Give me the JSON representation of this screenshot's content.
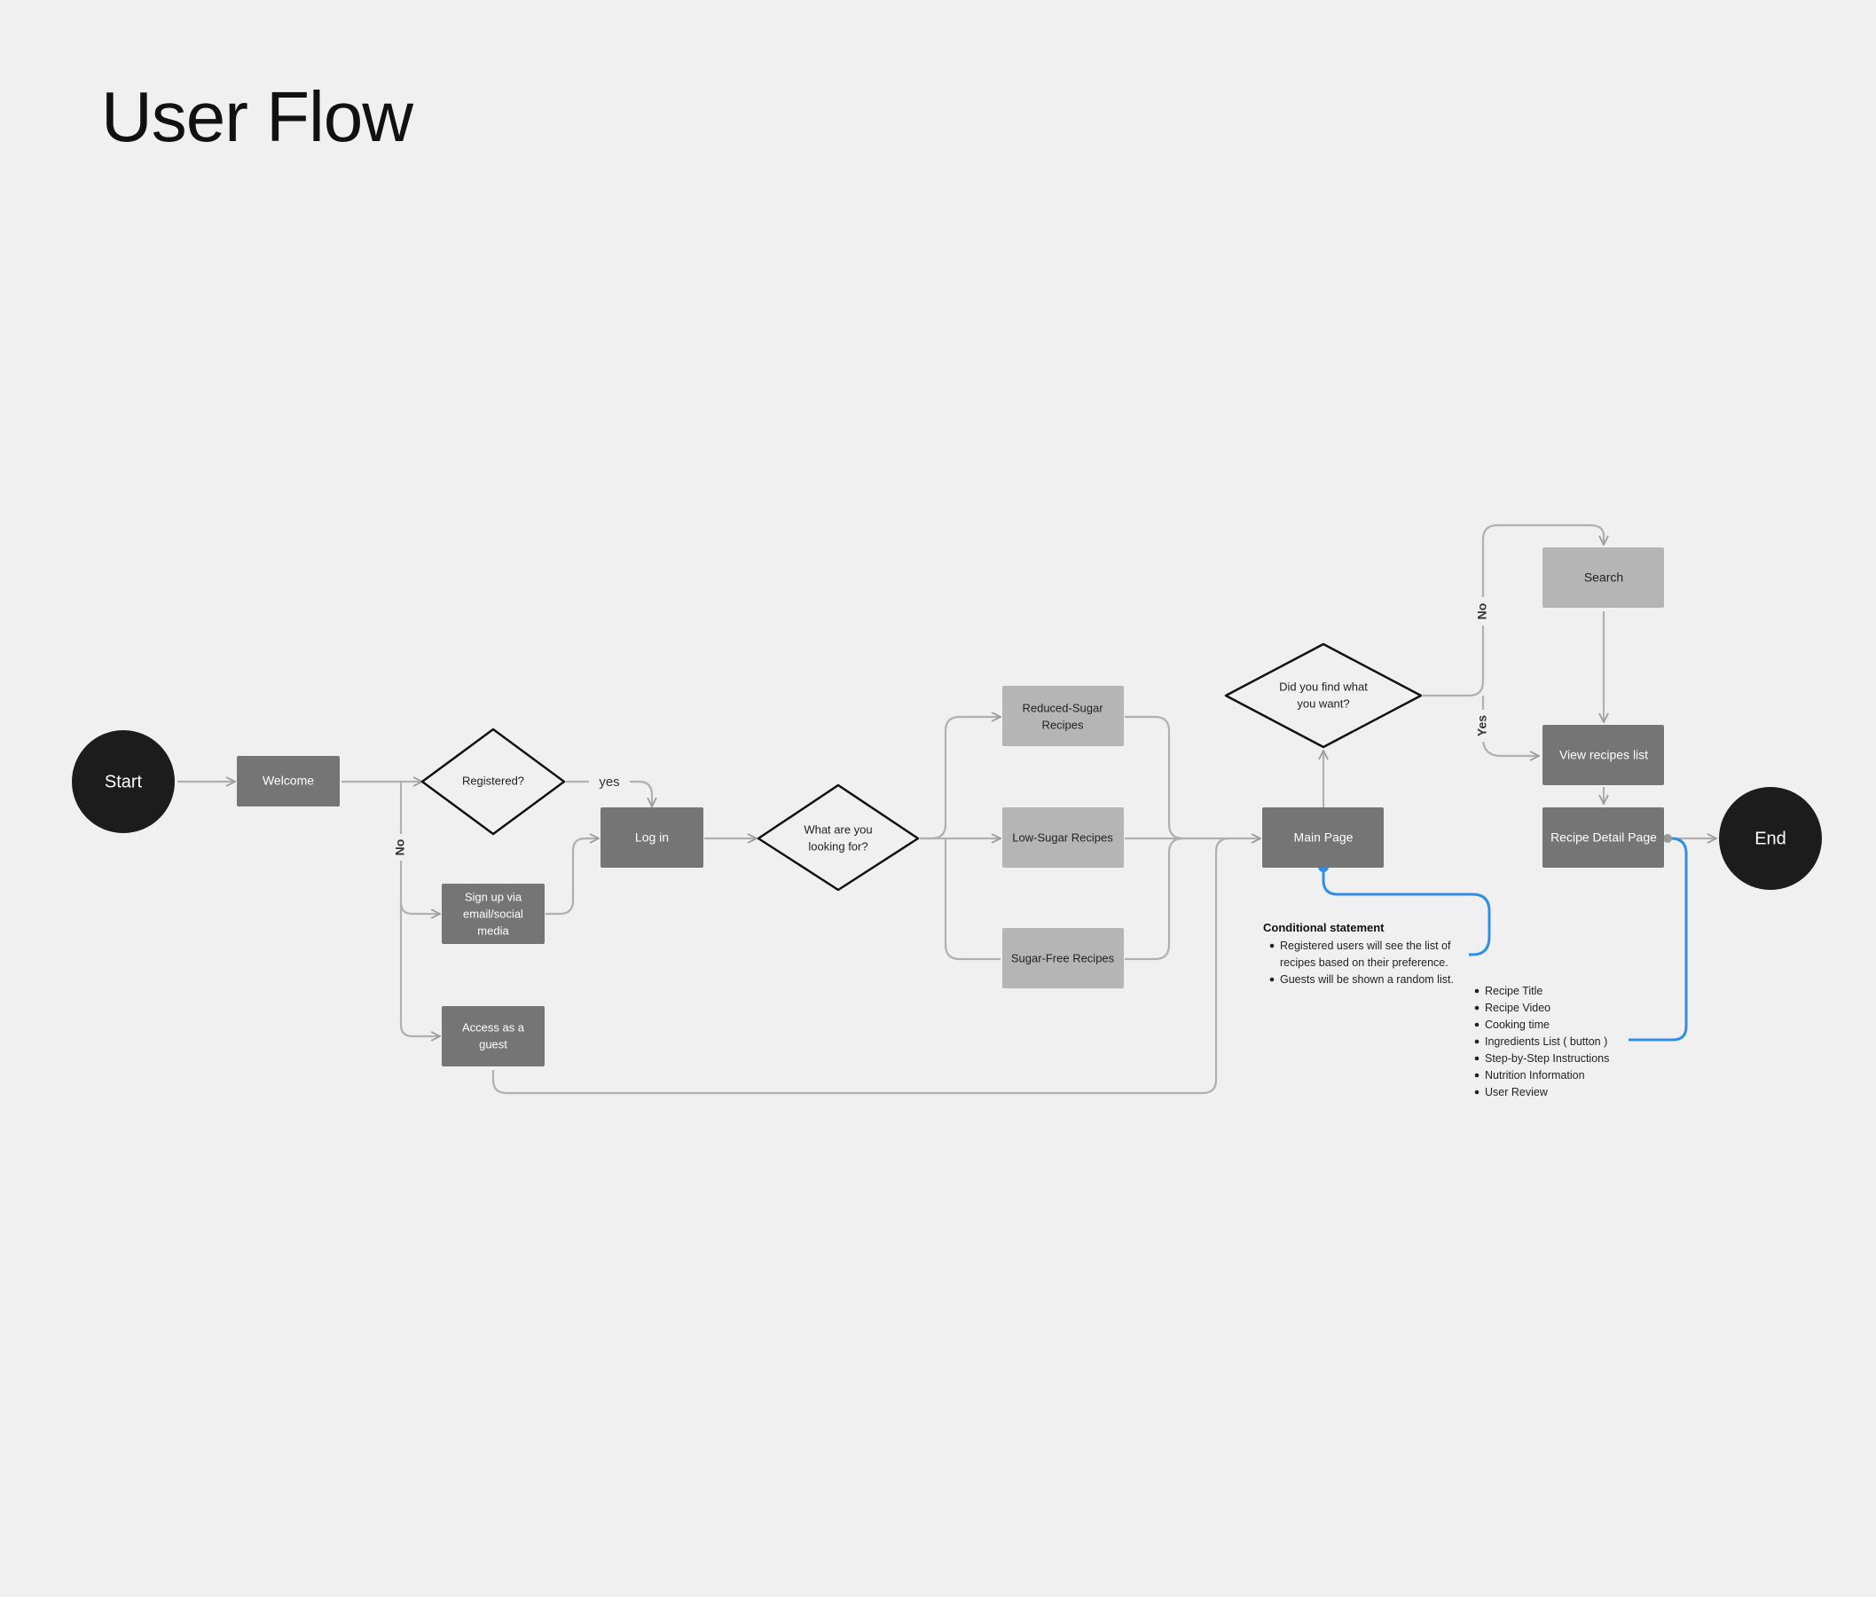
{
  "title": "User Flow",
  "colors": {
    "background": "#f0f0f0",
    "terminal": "#1c1c1c",
    "dark_box": "#757575",
    "light_box": "#b5b5b5",
    "connector": "#b0b0b0",
    "highlight": "#2f8fe6",
    "text_dark": "#111111"
  },
  "nodes": {
    "start": "Start",
    "welcome": "Welcome",
    "registered": "Registered?",
    "login": "Log in",
    "signup": [
      "Sign up via",
      "email/social",
      "media"
    ],
    "guest": [
      "Access as a",
      "guest"
    ],
    "looking_for": [
      "What are you",
      "looking for?"
    ],
    "reduced_sugar": [
      "Reduced-Sugar",
      "Recipes"
    ],
    "low_sugar": "Low-Sugar Recipes",
    "sugar_free": "Sugar-Free Recipes",
    "main_page": "Main Page",
    "find_what": [
      "Did you find what",
      "you want?"
    ],
    "search": "Search",
    "view_list": "View recipes list",
    "recipe_detail": "Recipe Detail Page",
    "end": "End"
  },
  "edge_labels": {
    "yes": "yes",
    "no_registered": "No",
    "no_find": "No",
    "yes_find": "Yes"
  },
  "notes": {
    "conditional_title": "Conditional statement",
    "conditional_lines": [
      "Registered users will see the list of",
      "recipes based on their preference.",
      "Guests will be shown a random list."
    ],
    "conditional_bullets": [
      true,
      false,
      true
    ],
    "detail_items": [
      "Recipe Title",
      "Recipe Video",
      "Cooking time",
      "Ingredients List ( button )",
      "Step-by-Step Instructions",
      "Nutrition Information",
      "User Review"
    ]
  }
}
